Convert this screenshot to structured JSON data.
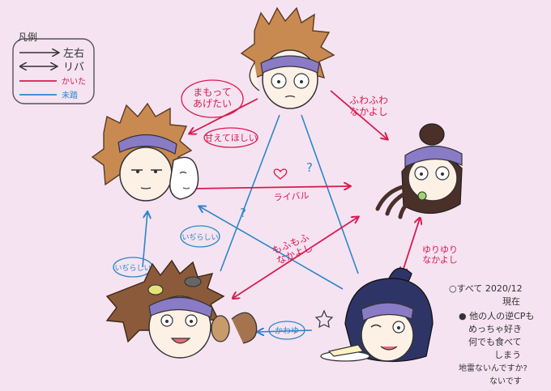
{
  "legend": {
    "title": "凡例",
    "items": [
      {
        "label": "左右",
        "style": "one-way-arrow",
        "color": "#333333"
      },
      {
        "label": "リバ",
        "style": "two-way-arrow",
        "color": "#333333"
      },
      {
        "label": "かいた",
        "style": "line",
        "color": "#d81b4f"
      },
      {
        "label": "未踏",
        "style": "line",
        "color": "#2a87c9"
      }
    ]
  },
  "colors": {
    "drawn": "#d81b4f",
    "untouched": "#2a87c9",
    "ink": "#333333",
    "skin": "#fdf1e6",
    "headband": "#8a7bc6"
  },
  "characters": [
    {
      "id": "top",
      "hair": "#c98a52",
      "pose": "thinking"
    },
    {
      "id": "left",
      "hair": "#c98a52",
      "pose": "mask"
    },
    {
      "id": "right",
      "hair": "#4a3028",
      "pose": "ponytail"
    },
    {
      "id": "bottom-left",
      "hair": "#8a5a3a",
      "pose": "animals"
    },
    {
      "id": "bottom-right",
      "hair": "#2e3566",
      "pose": "wink-cake"
    }
  ],
  "edge_labels": {
    "top_to_left": "まもって\nあげたい",
    "left_to_top": "甘えてほしい",
    "top_to_right": "ふわふわ\nなかよし",
    "left_to_right": "ライバル",
    "right_bottomright": "ゆりゆり\nなかよし",
    "bottomleft_right": "もふもふ\nなかよし",
    "bottomright_bottomleft": "かわゆ",
    "bottomleft_left": "いぢらしい",
    "bottomleft_left_2": "いぢらしい",
    "q1": "?",
    "q2": "?"
  },
  "notes": {
    "line1": "○すべて 2020/12",
    "line2": "現在",
    "line3": "● 他の人の逆CPも",
    "line4": "めっちゃ好き",
    "line5": "何でも食べて",
    "line6": "しまう",
    "line7": "地雷ないんですか?",
    "line8": "ないです"
  }
}
